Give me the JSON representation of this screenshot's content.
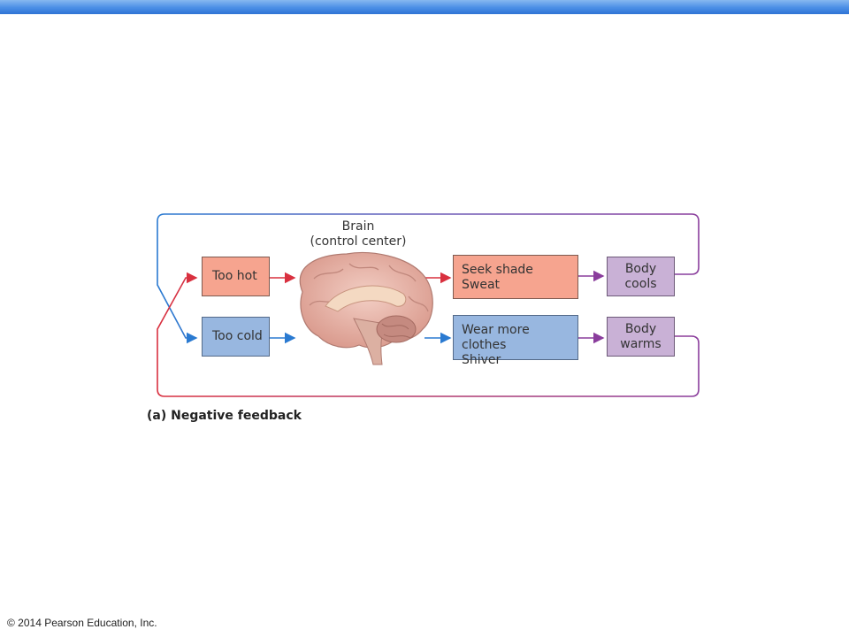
{
  "diagram": {
    "brain_label": [
      "Brain",
      "(control center)"
    ],
    "too_hot": "Too hot",
    "too_cold": "Too cold",
    "hot_response": [
      "Seek shade",
      "Sweat"
    ],
    "cold_response": [
      "Wear more clothes",
      "Shiver"
    ],
    "body_cools": [
      "Body",
      "cools"
    ],
    "body_warms": [
      "Body",
      "warms"
    ],
    "caption": "(a) Negative feedback",
    "colors": {
      "hot_fill": "#f6a48f",
      "cold_fill": "#98b7e0",
      "result_fill": "#c9b1d6",
      "hot_arrow": "#d9303f",
      "cold_arrow": "#2a7ad1",
      "result_arrow": "#8a3d9c"
    }
  },
  "footer": {
    "copyright": "© 2014 Pearson Education, Inc."
  }
}
